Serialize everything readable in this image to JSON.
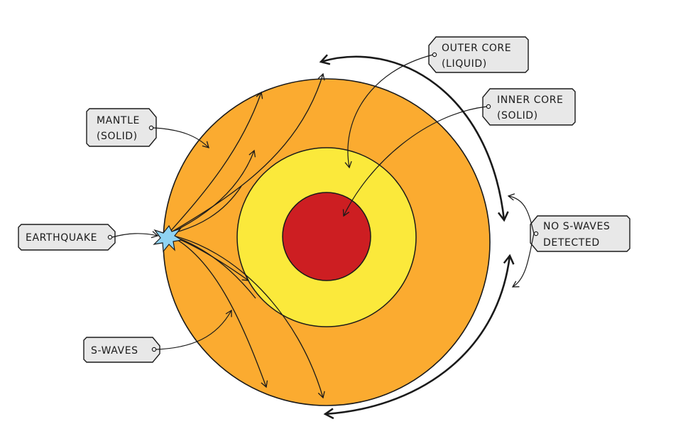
{
  "labels": {
    "outer_core": {
      "line1": "OUTER CORE",
      "line2": "(LIQUID)"
    },
    "inner_core": {
      "line1": "INNER CORE",
      "line2": "(SOLID)"
    },
    "mantle": {
      "line1": "MANTLE",
      "line2": "(SOLID)"
    },
    "earthquake": {
      "line1": "EARTHQUAKE"
    },
    "no_s_waves": {
      "line1": "NO S-WAVES",
      "line2": "DETECTED"
    },
    "s_waves": {
      "line1": "S-WAVES"
    }
  },
  "colors": {
    "mantle": "#fbab30",
    "outer_core": "#fbe93b",
    "inner_core": "#cd1e22",
    "earthquake": "#8fd3f2",
    "label_fill": "#e8e8e8",
    "outline": "#1a1a1a"
  },
  "icons": {
    "earthquake": "epicentre-star-icon"
  }
}
